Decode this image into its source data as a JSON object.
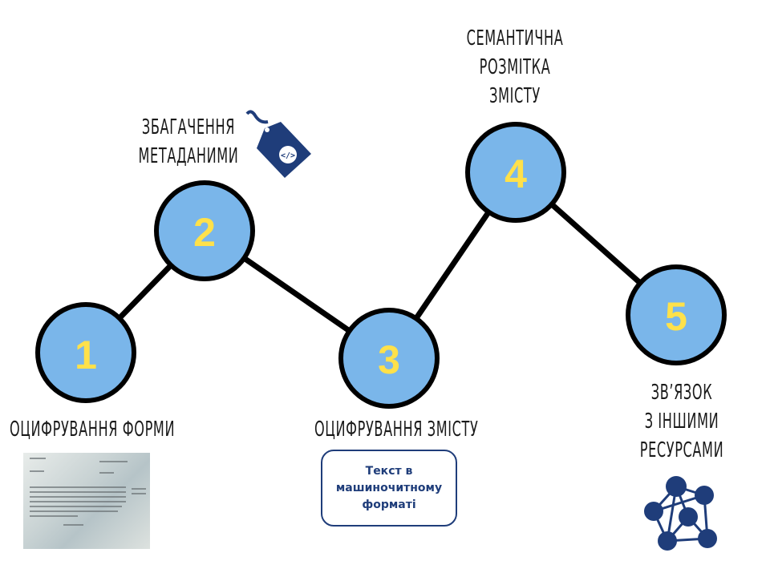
{
  "steps": [
    {
      "number": "1",
      "label": "ОЦИФРУВАННЯ ФОРМИ"
    },
    {
      "number": "2",
      "label": "ЗБАГАЧЕННЯ МЕТАДАНИМИ",
      "lines": [
        "ЗБАГАЧЕННЯ",
        "МЕТАДАНИМИ"
      ]
    },
    {
      "number": "3",
      "label": "ОЦИФРУВАННЯ ЗМІСТУ"
    },
    {
      "number": "4",
      "lines": [
        "СЕМАНТИЧНА",
        "РОЗМІТКА",
        "ЗМІСТУ"
      ]
    },
    {
      "number": "5",
      "lines": [
        "ЗВ’ЯЗОК",
        "З ІНШИМИ",
        "РЕСУРСАМИ"
      ]
    }
  ],
  "box": {
    "lines": [
      "Текст в",
      "машиночитному",
      "форматі"
    ]
  },
  "icons": {
    "tag": "code-tag-icon",
    "network": "network-graph-icon",
    "document": "scanned-document-image"
  },
  "colors": {
    "circle": "#7ab6ea",
    "number": "#ffe14a",
    "line": "#000000",
    "icon": "#1f3d7a"
  }
}
